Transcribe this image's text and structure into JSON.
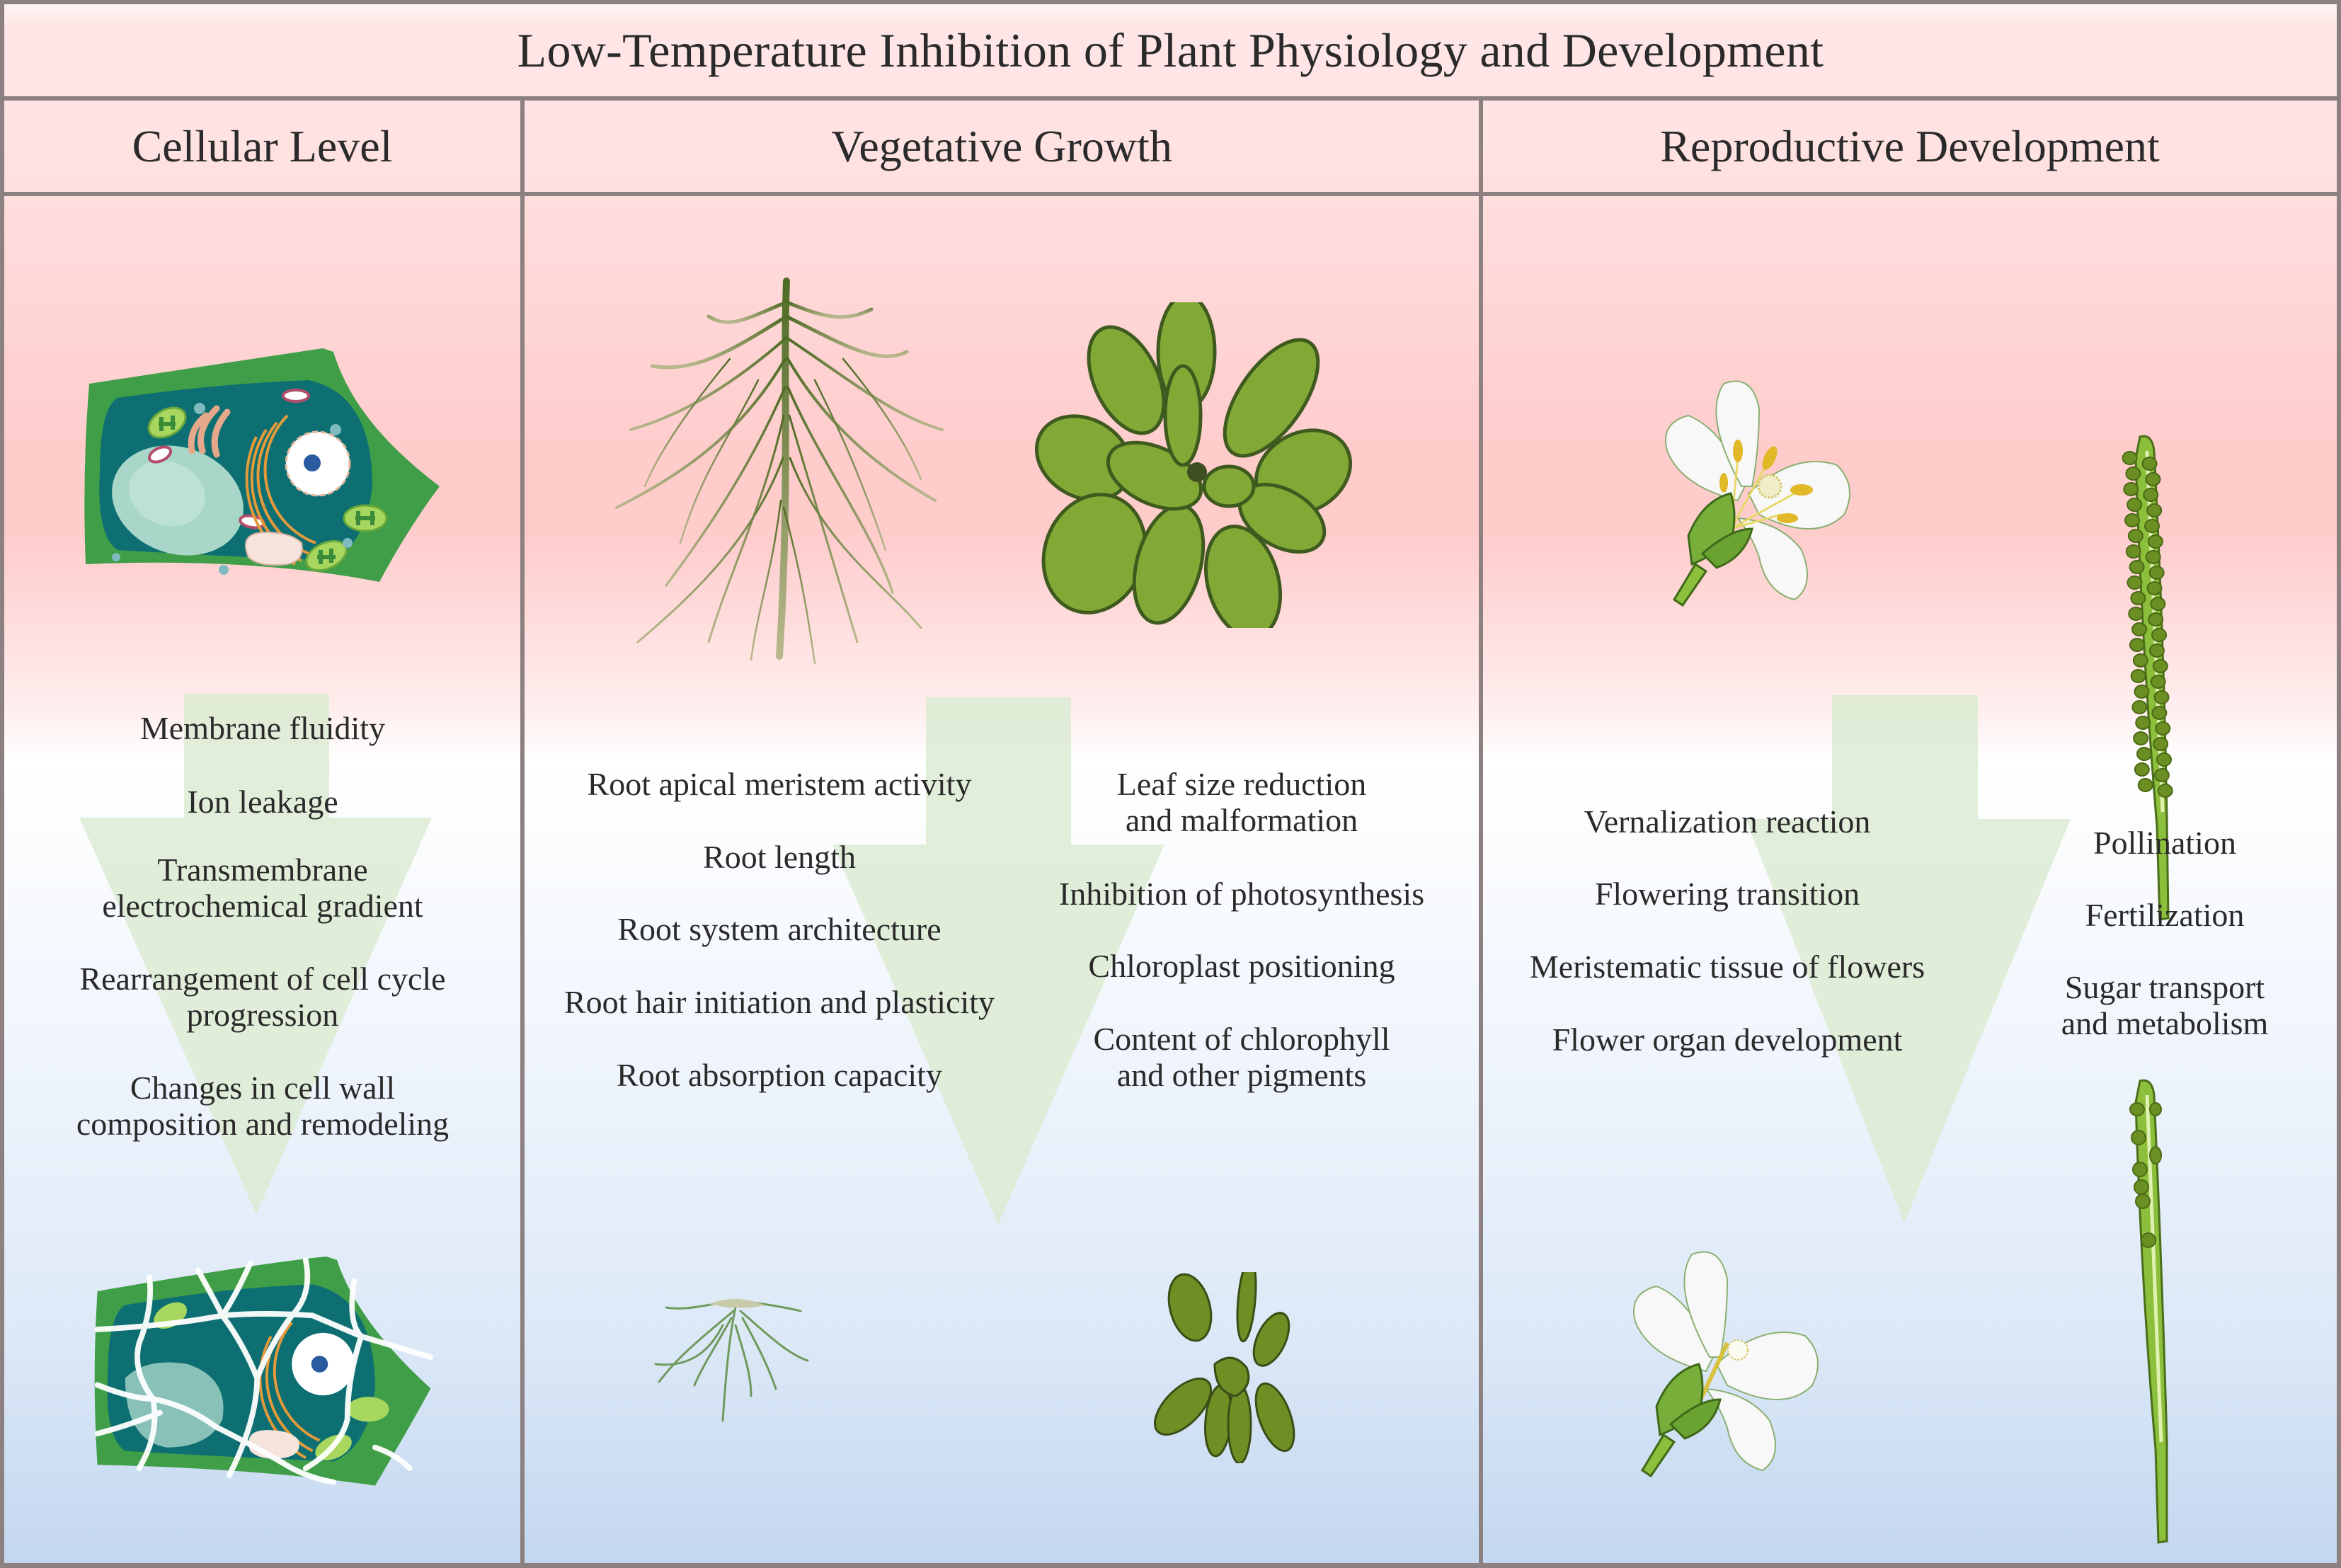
{
  "title": "Low-Temperature Inhibition of Plant Physiology and Development",
  "columns": [
    {
      "header": "Cellular Level",
      "effects": [
        [
          "Membrane fluidity"
        ],
        [
          "Ion leakage"
        ],
        [
          "Transmembrane",
          "electrochemical gradient"
        ],
        [
          "Rearrangement of cell cycle",
          "progression"
        ],
        [
          "Changes in cell wall",
          "composition and remodeling"
        ]
      ],
      "illustrations": {
        "before": "healthy-plant-cell",
        "after": "damaged-plant-cell"
      }
    },
    {
      "header": "Vegetative Growth",
      "root_effects": [
        [
          "Root apical meristem activity"
        ],
        [
          "Root length"
        ],
        [
          "Root system architecture"
        ],
        [
          "Root hair initiation and plasticity"
        ],
        [
          "Root absorption capacity"
        ]
      ],
      "leaf_effects": [
        [
          "Leaf size reduction",
          "and malformation"
        ],
        [
          "Inhibition of photosynthesis"
        ],
        [
          "Chloroplast positioning"
        ],
        [
          "Content of chlorophyll",
          "and other pigments"
        ]
      ],
      "illustrations": {
        "before": [
          "large-root-system",
          "large-rosette"
        ],
        "after": [
          "small-root-system",
          "small-rosette"
        ]
      }
    },
    {
      "header": "Reproductive Development",
      "flower_effects": [
        [
          "Vernalization reaction"
        ],
        [
          "Flowering transition"
        ],
        [
          "Meristematic tissue of flowers"
        ],
        [
          "Flower organ development"
        ]
      ],
      "seed_effects": [
        [
          "Pollination"
        ],
        [
          "Fertilization"
        ],
        [
          "Sugar transport",
          "and metabolism"
        ]
      ],
      "illustrations": {
        "before": [
          "healthy-flower",
          "full-silique"
        ],
        "after": [
          "sterile-flower",
          "sparse-silique"
        ]
      }
    }
  ],
  "colors": {
    "border": "#8c8080",
    "warm": "#ffcaca",
    "cold": "#c3d7f0",
    "arrow": "#dcebd2",
    "cell_wall": "#3f9e47",
    "cytoplasm": "#0d6f72",
    "leaf": "#82a935",
    "text": "#2a2a2a"
  }
}
